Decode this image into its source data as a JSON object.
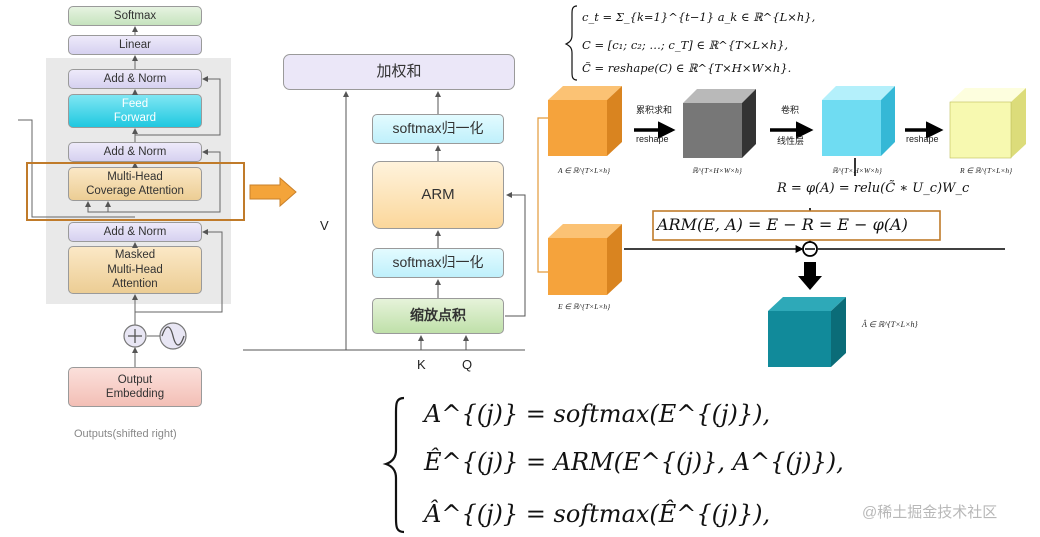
{
  "transformer": {
    "softmax": "Softmax",
    "linear": "Linear",
    "add_norm": "Add & Norm",
    "feed_forward": "Feed\nForward",
    "multi_head_coverage": "Multi-Head\nCoverage Attention",
    "masked_multi_head": "Masked\nMulti-Head\nAttention",
    "output_embedding": "Output\nEmbedding",
    "outputs_label": "Outputs(shifted right)"
  },
  "arm_block": {
    "weighted_sum": "加权和",
    "softmax_norm": "softmax归一化",
    "arm": "ARM",
    "scaled_dot": "缩放点积",
    "v_label": "V",
    "k_label": "K",
    "q_label": "Q"
  },
  "cube_diagram": {
    "formula_c_t": "c_t = Σ_{k=1}^{t−1} a_k ∈ ℝ^{L×h},",
    "formula_C": "C = [c₁; c₂; …; c_T] ∈ ℝ^{T×L×h},",
    "formula_C_tilde": "C̃ = reshape(C) ∈ ℝ^{T×H×W×h}.",
    "step1_top": "累积求和",
    "step1_bottom": "reshape",
    "step2_top": "卷积",
    "step2_bottom": "线性层",
    "step3_bottom": "reshape",
    "label_A": "A ∈ ℝ^{T×L×h}",
    "label_gray": "ℝ^{T×H×W×h}",
    "label_cyan": "ℝ^{T×H×W×h}",
    "label_R": "R ∈ ℝ^{T×L×h}",
    "label_E": "E ∈ ℝ^{T×L×h}",
    "label_A_hat": "Â ∈ ℝ^{T×L×h}",
    "formula_R": "R = φ(A) = relu(C̃ ∗ U_c)W_c",
    "formula_arm": "ARM(E, A) = E − R = E − φ(A)"
  },
  "equations": {
    "eq1": "A^{(j)} = softmax(E^{(j)}),",
    "eq2": "Ê^{(j)} = ARM(E^{(j)}, A^{(j)}),",
    "eq3": "Â^{(j)} = softmax(Ê^{(j)}),"
  },
  "watermark": "@稀土掘金技术社区",
  "colors": {
    "softmax_box": "#cfe8c8",
    "linear_box": "#dcd8f2",
    "add_norm_box": "#dcd8f2",
    "feed_forward_box": "#22d0e6",
    "attention_box": "#f3d9a8",
    "embedding_box": "#f6c9c2",
    "highlight": "#c07b2a",
    "orange_cube": "#f5a33c",
    "teal_cube": "#118a9a",
    "yellow_cube": "#f7f9b0"
  }
}
